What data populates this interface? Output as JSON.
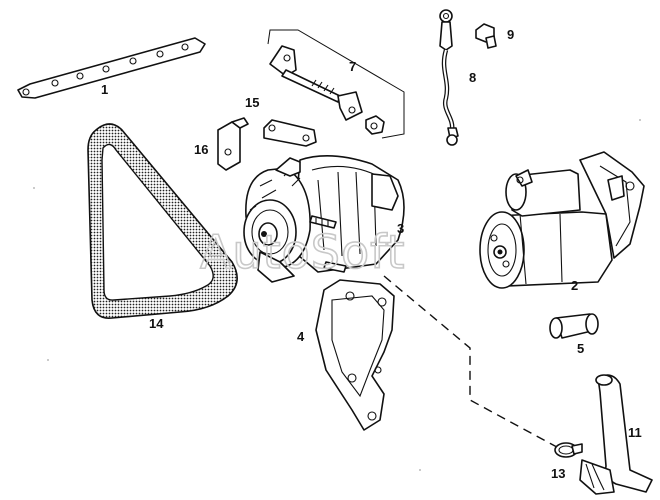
{
  "watermark": "AutoSoft",
  "callouts": {
    "c1": "1",
    "c2": "2",
    "c3": "3",
    "c4": "4",
    "c5": "5",
    "c7": "7",
    "c8": "8",
    "c9": "9",
    "c11": "11",
    "c13": "13",
    "c14": "14",
    "c15": "15",
    "c16": "16"
  },
  "colors": {
    "ink": "#111111",
    "belt_fill": "#8a8a8a",
    "watermark": "#c8c8c8"
  }
}
